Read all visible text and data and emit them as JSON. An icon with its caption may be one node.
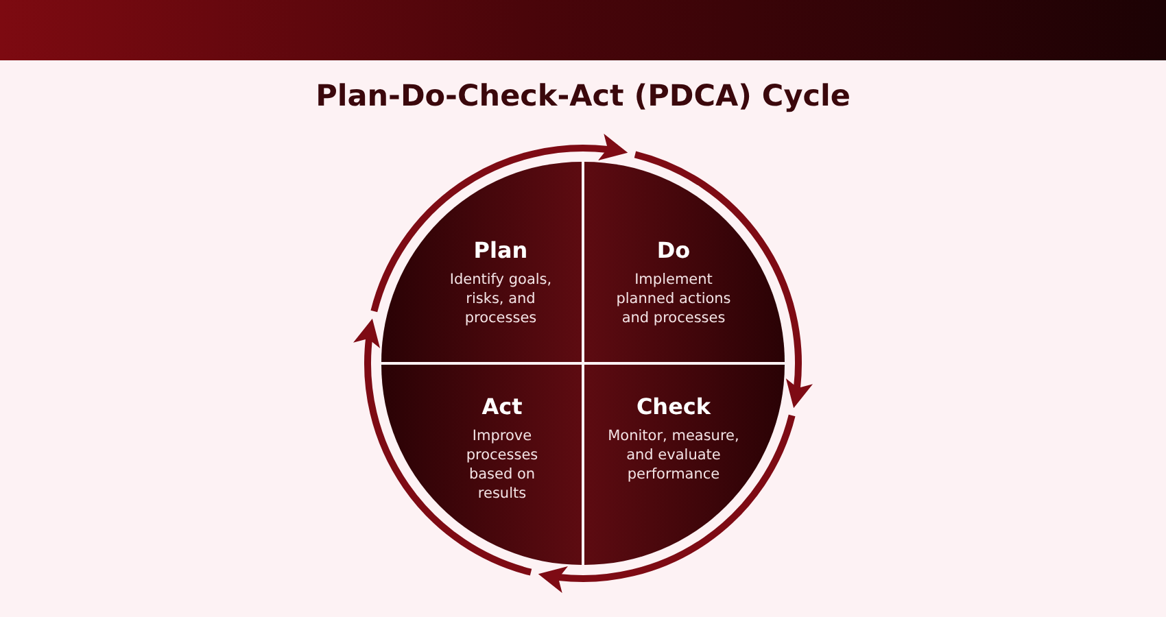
{
  "diagram": {
    "title": "Plan-Do-Check-Act (PDCA) Cycle",
    "nodes": [
      {
        "text": [
          "Plan",
          "Identify goals, risks, and processes"
        ]
      },
      {
        "text": [
          "Do",
          "Implement planned actions and processes"
        ]
      },
      {
        "text": [
          "Act",
          "Improve processes based on results"
        ]
      },
      {
        "text": [
          "Check",
          "Monitor, measure, and evaluate performance"
        ]
      }
    ],
    "edges": [
      {
        "from": 0,
        "to": 1,
        "arrow": "to"
      },
      {
        "from": 1,
        "to": 3,
        "arrow": "to"
      },
      {
        "from": 3,
        "to": 2,
        "arrow": "to"
      },
      {
        "from": 2,
        "to": 0,
        "arrow": "to"
      }
    ]
  }
}
